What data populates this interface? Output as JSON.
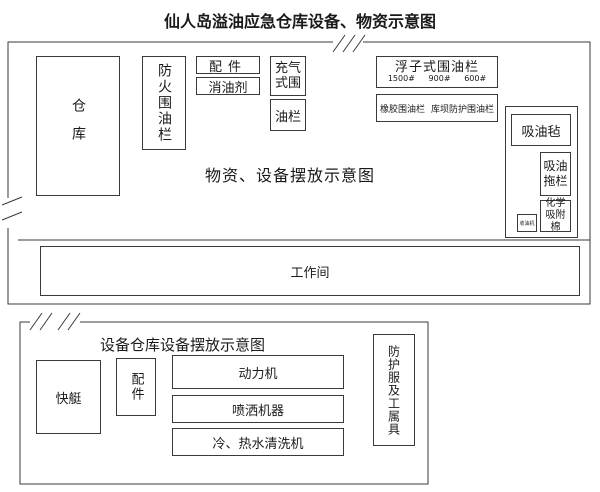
{
  "title": "仙人岛溢油应急仓库设备、物资示意图",
  "top_room": {
    "warehouse": "仓库",
    "fire_boom": "防火围油栏",
    "parts": "配件",
    "dispersant": "消油剂",
    "inflatable": "充气式围",
    "boom": "油栏",
    "float_boom": {
      "title": "浮子式围油栏",
      "sizes": [
        "1500#",
        "900#",
        "600#"
      ]
    },
    "boom_left": "橡胶围油栏",
    "boom_right": "库坝防护围油栏",
    "center_label": "物资、设备摆放示意图",
    "side_panel": {
      "pad": "吸油毡",
      "mop": "吸油拖栏",
      "chem": "化学吸附棉",
      "small": "收油机"
    },
    "workshop": "工作间"
  },
  "bottom_room": {
    "title": "设备仓库设备摆放示意图",
    "speedboat": "快艇",
    "parts": "配件",
    "power": "动力机",
    "sprayer": "喷洒机器",
    "washer": "冷、热水清洗机",
    "protective": "防护服及工属具"
  }
}
